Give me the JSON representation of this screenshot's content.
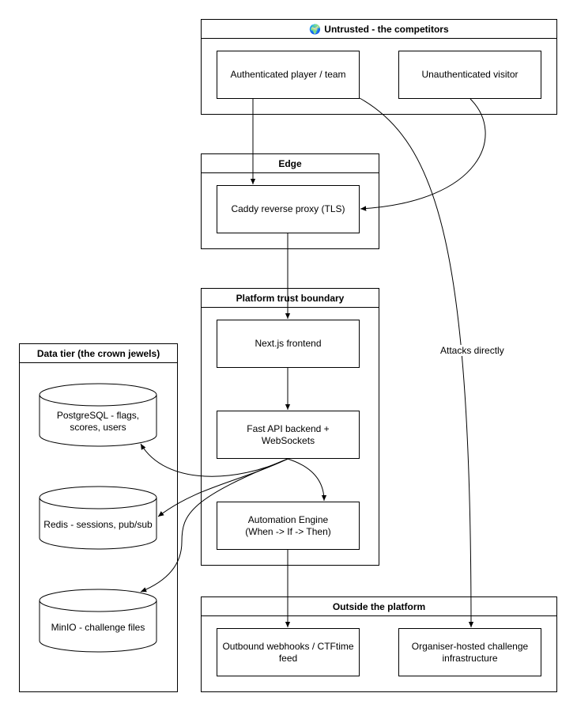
{
  "groups": {
    "untrusted": {
      "icon": "🌍",
      "title": "Untrusted - the competitors"
    },
    "edge": {
      "title": "Edge"
    },
    "platform": {
      "title": "Platform trust boundary"
    },
    "data": {
      "title": "Data tier (the crown jewels)"
    },
    "outside": {
      "title": "Outside the platform"
    }
  },
  "nodes": {
    "player": "Authenticated player / team",
    "visitor": "Unauthenticated visitor",
    "caddy": "Caddy reverse proxy (TLS)",
    "nextjs": "Next.js frontend",
    "fastapi": "Fast API backend + WebSockets",
    "automation": "Automation Engine\n(When -> If -> Then)",
    "postgres": "PostgreSQL - flags, scores, users",
    "redis": "Redis - sessions, pub/sub",
    "minio": "MinIO - challenge files",
    "webhooks": "Outbound webhooks / CTFtime feed",
    "infra": "Organiser-hosted challenge infrastructure"
  },
  "edges": {
    "attacks_label": "Attacks directly"
  }
}
